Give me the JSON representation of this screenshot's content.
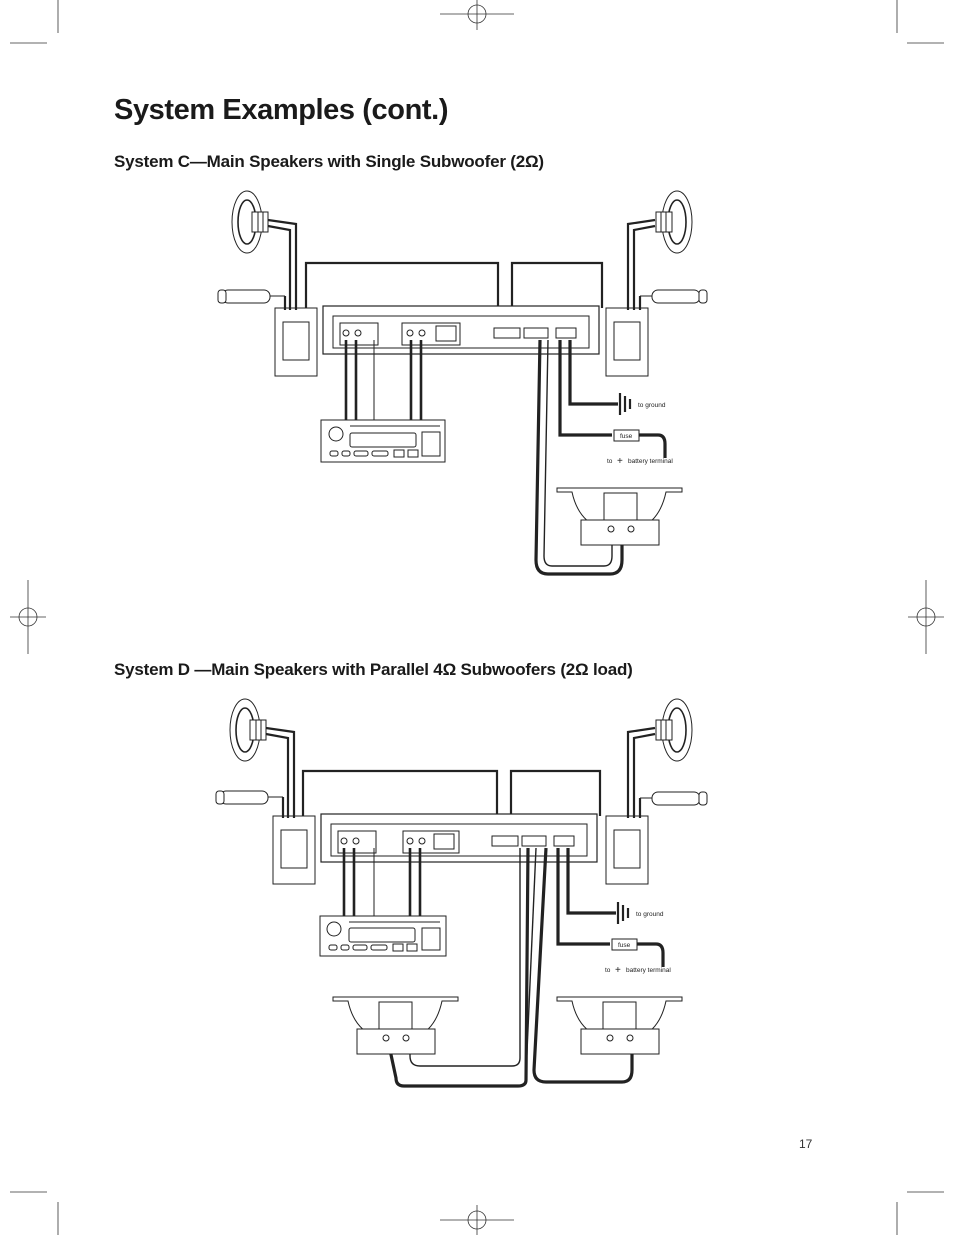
{
  "page": {
    "title": "System Examples (cont.)",
    "page_number": "17"
  },
  "sections": [
    {
      "title": "System C—Main Speakers with Single Subwoofer (2Ω)",
      "labels": {
        "ground": "to ground",
        "fuse": "fuse",
        "battery_to": "to",
        "battery_plus": "+",
        "battery_terminal": "battery terminal"
      }
    },
    {
      "title": "System D —Main Speakers with Parallel 4Ω Subwoofers (2Ω load)",
      "labels": {
        "ground": "to ground",
        "fuse": "fuse",
        "battery_to": "to",
        "battery_plus": "+",
        "battery_terminal": "battery terminal"
      }
    }
  ],
  "colors": {
    "ink": "#1a1a1a",
    "line": "#222222",
    "panel_fill": "#ffffff",
    "shadow": "#cfcfcf"
  }
}
